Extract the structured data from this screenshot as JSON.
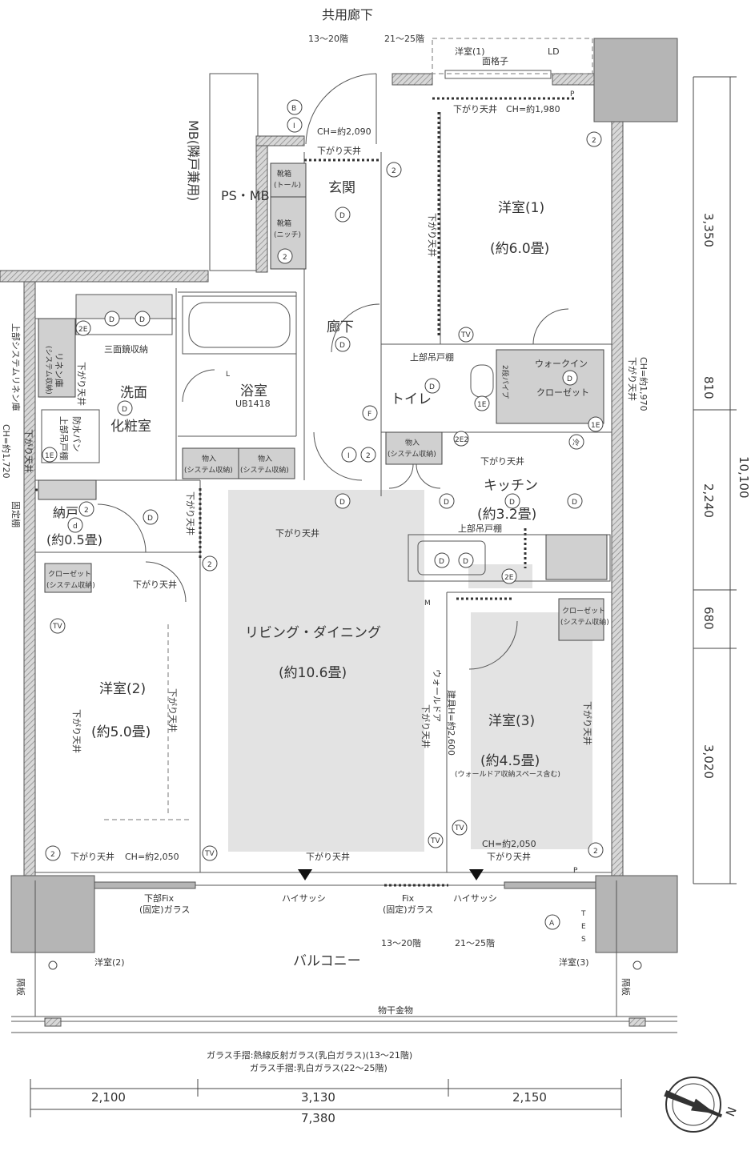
{
  "corridor": "共用廊下",
  "floor_note_1": "13～20階",
  "floor_note_2": "21～25階",
  "rooms": {
    "west1": {
      "name": "洋室(1)",
      "size": "(約6.0畳)"
    },
    "west2": {
      "name": "洋室(2)",
      "size": "(約5.0畳)"
    },
    "west3": {
      "name": "洋室(3)",
      "size": "(約4.5畳)",
      "note": "(ウォールドア収納スペース含む)"
    },
    "ld": {
      "name": "リビング・ダイニング",
      "size": "(約10.6畳)"
    },
    "kitchen": {
      "name": "キッチン",
      "size": "(約3.2畳)"
    },
    "entrance": "玄関",
    "hall": "廊下",
    "toilet": "トイレ",
    "bath": "浴室",
    "bath_unit": "UB1418",
    "wash1": "洗面",
    "wash2": "化粧室",
    "storage": {
      "name": "納戸",
      "size": "(約0.5畳)"
    },
    "balcony": "バルコニー",
    "ps": "PS・MB",
    "mb": "MB(隣戸兼用)"
  },
  "storage_labels": {
    "shoe1": "靴箱",
    "shoe1_sub": "(トール)",
    "shoe2": "靴箱",
    "shoe2_sub": "(ニッチ)",
    "mono": "物入",
    "sys": "(システム収納)",
    "closet": "クローゼット",
    "walkin": "ウォークイン",
    "walkin2": "クローゼット",
    "linen": "リネン庫",
    "linen_sub": "(システム収納)",
    "pipe": "2段パイプ",
    "upper_shelf": "上部吊戸棚",
    "mirror": "三面鏡収納",
    "waterpan": "防水パン",
    "upper": "上部吊戸棚",
    "lattice": "面格子",
    "fixed_shelf": "固定棚",
    "linen_side": "上部システムリネン庫",
    "dryer": "物干金物",
    "partition": "隔板"
  },
  "notes": {
    "ceiling": "下がり天井",
    "ch1": "CH=約2,090",
    "ch2": "CH=約1,980",
    "ch3": "CH=約1,970",
    "ch4": "CH=約1,720",
    "ch5": "CH=約2,050",
    "ch6": "CH=約2,050",
    "sash": "ハイサッシ",
    "fix1a": "下部Fix",
    "fix1b": "(固定)ガラス",
    "fix2a": "Fix",
    "fix2b": "(固定)ガラス",
    "walldoor1": "ウォールドア",
    "walldoor2": "建具H=約2,600",
    "west1_out": "洋室(1)",
    "ld_out": "LD",
    "west2_out": "洋室(2)",
    "west3_out": "洋室(3)",
    "glass1": "ガラス手摺:熱線反射ガラス(乳白ガラス)(13～21階)",
    "glass2": "ガラス手摺:乳白ガラス(22～25階)"
  },
  "symbols": {
    "D": "D",
    "d": "d",
    "two": "2",
    "TV": "TV",
    "E1": "1E",
    "E2": "2E",
    "E2b": "2E2",
    "B": "B",
    "I": "I",
    "F": "F",
    "L": "L",
    "M": "M",
    "P": "P",
    "A": "A",
    "cold": "冷",
    "TES": [
      "T",
      "E",
      "S"
    ]
  },
  "dimensions": {
    "right": [
      "3,350",
      "810",
      "2,240",
      "680",
      "3,020"
    ],
    "right_total": "10,100",
    "bottom": [
      "2,100",
      "3,130",
      "2,150"
    ],
    "bottom_total": "7,380"
  },
  "compass": "N"
}
